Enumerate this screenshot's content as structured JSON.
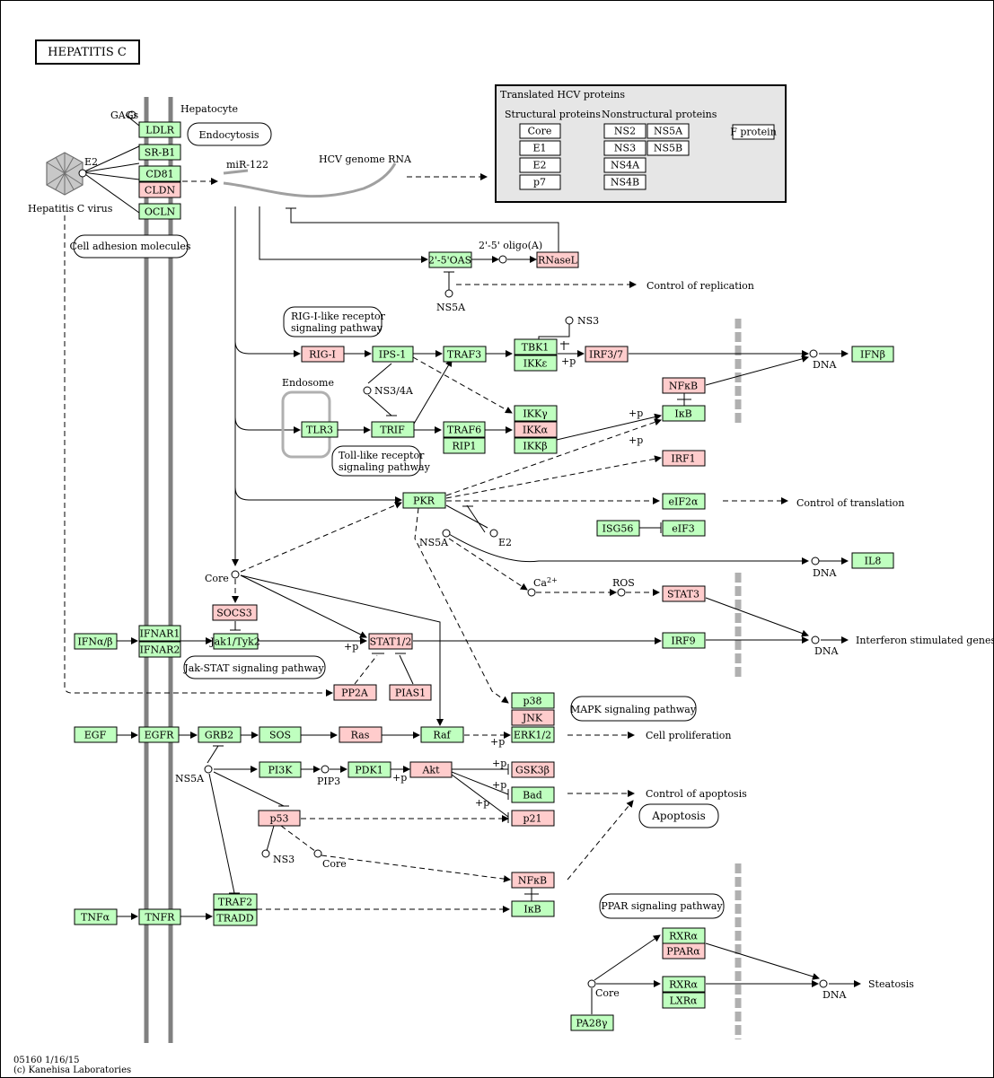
{
  "title": "HEPATITIS C",
  "footer": {
    "line1": "05160 1/16/15",
    "line2": "(c) Kanehisa Laboratories"
  },
  "hcv_box": {
    "title": "Translated HCV proteins",
    "structural_title": "Structural proteins",
    "nonstructural_title": "Nonstructural proteins",
    "structural": [
      "Core",
      "E1",
      "E2",
      "p7"
    ],
    "nonstructural": [
      "NS2",
      "NS5A",
      "NS3",
      "NS5B",
      "NS4A",
      "NS4B"
    ],
    "other": "F protein"
  },
  "pathway_maps": {
    "endocytosis": "Endocytosis",
    "cell_adhesion": "Cell adhesion molecules",
    "rig_line1": "RIG-I-like receptor",
    "rig_line2": "signaling pathway",
    "tlr_line1": "Toll-like receptor",
    "tlr_line2": "signaling pathway",
    "jak_stat": "Jak-STAT signaling pathway",
    "mapk": "MAPK signaling pathway",
    "apoptosis": "Apoptosis",
    "ppar": "PPAR signaling pathway"
  },
  "genes": {
    "ldlr": "LDLR",
    "srb1": "SR-B1",
    "cd81": "CD81",
    "cldn": "CLDN",
    "ocln": "OCLN",
    "oas": "2'-5'OAS",
    "rnasel": "RNaseL",
    "rigi": "RIG-I",
    "ips1": "IPS-1",
    "traf3": "TRAF3",
    "tbk1": "TBK1",
    "ikke": "IKKε",
    "irf37": "IRF3/7",
    "ifnb": "IFNβ",
    "nfkb1": "NFκB",
    "ikb1": "IκB",
    "tlr3": "TLR3",
    "trif": "TRIF",
    "traf6": "TRAF6",
    "rip1": "RIP1",
    "ikkg": "IKKγ",
    "ikka": "IKKα",
    "ikkb": "IKKβ",
    "irf1": "IRF1",
    "pkr": "PKR",
    "eif2a": "eIF2α",
    "isg56": "ISG56",
    "eif3": "eIF3",
    "il8": "IL8",
    "socs3": "SOCS3",
    "stat3": "STAT3",
    "ifnab": "IFNα/β",
    "ifnar1": "IFNAR1",
    "ifnar2": "IFNAR2",
    "jak1tyk2": "Jak1/Tyk2",
    "stat12": "STAT1/2",
    "irf9": "IRF9",
    "pp2a": "PP2A",
    "pias1": "PIAS1",
    "p38": "p38",
    "jnk": "JNK",
    "erk12": "ERK1/2",
    "egf": "EGF",
    "egfr": "EGFR",
    "grb2": "GRB2",
    "sos": "SOS",
    "ras": "Ras",
    "raf": "Raf",
    "pi3k": "PI3K",
    "pdk1": "PDK1",
    "akt": "Akt",
    "gsk3b": "GSK3β",
    "bad": "Bad",
    "p21": "p21",
    "p53": "p53",
    "nfkb2": "NFκB",
    "ikb2": "IκB",
    "tnfa": "TNFα",
    "tnfr": "TNFR",
    "traf2": "TRAF2",
    "tradd": "TRADD",
    "rxra1": "RXRα",
    "ppara": "PPARα",
    "rxra2": "RXRα",
    "lxra": "LXRα",
    "pa28g": "PA28γ"
  },
  "labels": {
    "gags": "GAGs",
    "hepatocyte": "Hepatocyte",
    "e2_virus": "E2",
    "virus": "Hepatitis C virus",
    "mir122": "miR-122",
    "hcv_rna": "HCV genome RNA",
    "oligo": "2'-5' oligo(A)",
    "ns5a_oas": "NS5A",
    "ns3_tbk": "NS3",
    "ns34a": "NS3/4A",
    "endosome": "Endosome",
    "ns5a_pkr": "NS5A",
    "e2_pkr": "E2",
    "core_main": "Core",
    "ca": "Ca",
    "ca_sup": "2+",
    "ros": "ROS",
    "ns5a_grb": "NS5A",
    "pip3": "PIP3",
    "ns3_p53": "NS3",
    "core_p53": "Core",
    "core_ppar": "Core",
    "p": "+p",
    "dna": "DNA",
    "control_replication": "Control of replication",
    "control_translation": "Control of translation",
    "isg": "Interferon stimulated genes",
    "cell_prolif": "Cell proliferation",
    "control_apoptosis": "Control of apoptosis",
    "steatosis": "Steatosis"
  },
  "colors": {
    "gene_green": "#bfffbf",
    "gene_pink": "#ffcccc",
    "membrane": "#808080",
    "nucleus": "#b0b0b0",
    "hcv_box_bg": "#e6e6e6"
  }
}
